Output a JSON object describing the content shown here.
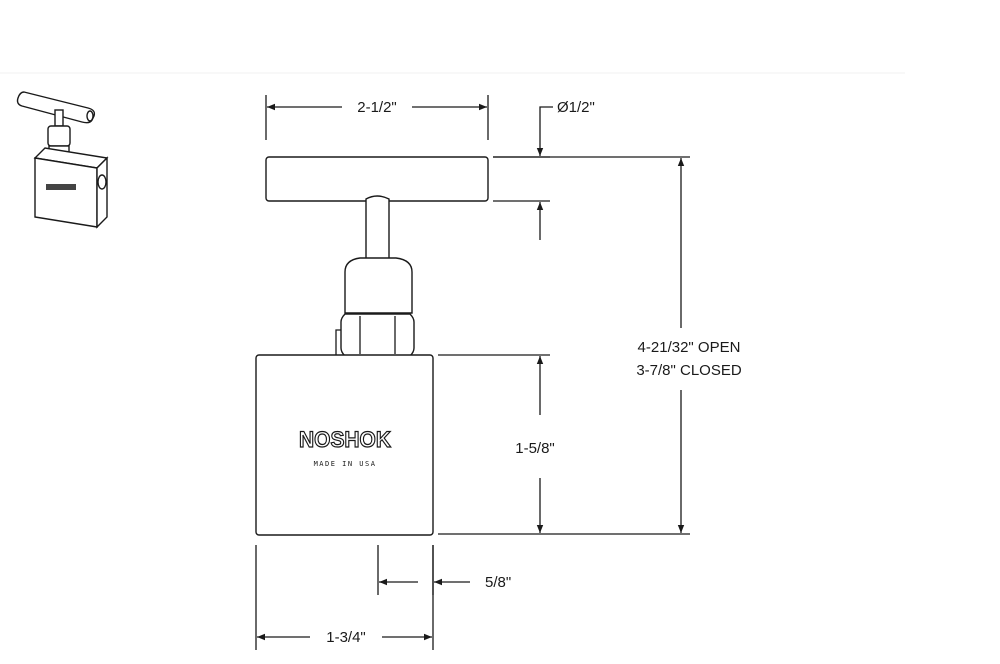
{
  "drawing": {
    "logo_text": "NOSHOK",
    "made_in": "MADE IN USA",
    "dimensions": {
      "handle_length": "2-1/2\"",
      "handle_diameter": "Ø1/2\"",
      "overall_height_open": "4-21/32\" OPEN",
      "overall_height_closed": "3-7/8\" CLOSED",
      "body_height": "1-5/8\"",
      "port_offset": "5/8\"",
      "body_width": "1-3/4\""
    }
  }
}
